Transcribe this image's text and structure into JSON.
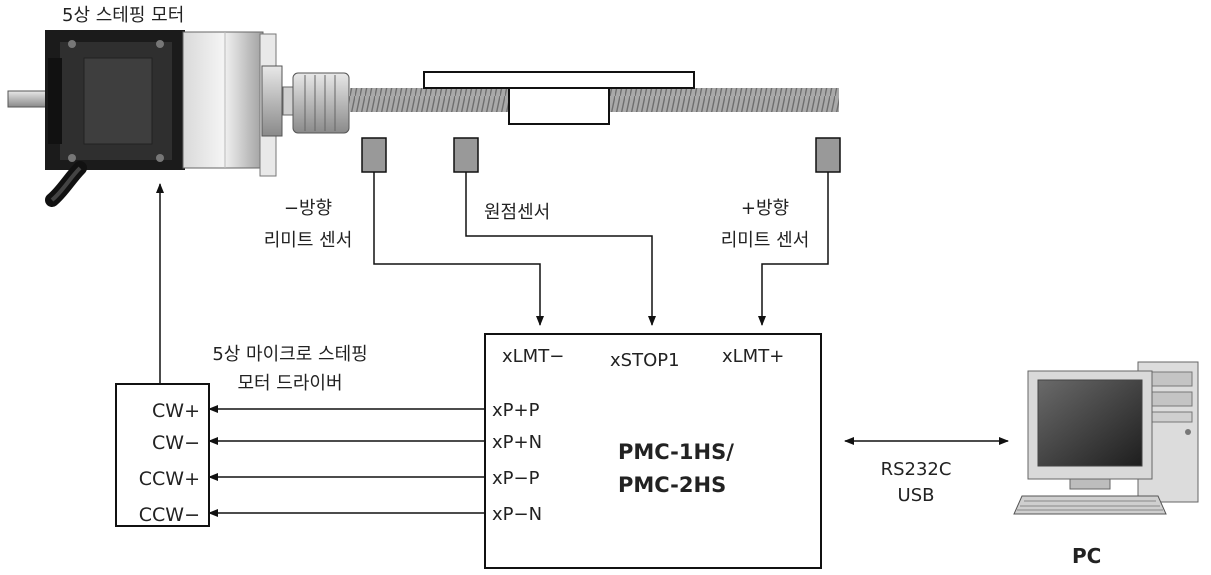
{
  "motor": {
    "label": "5상 스테핑 모터"
  },
  "sensors": {
    "minus": {
      "line1": "−방향",
      "line2": "리미트 센서"
    },
    "origin": {
      "label": "원점센서"
    },
    "plus": {
      "line1": "+방향",
      "line2": "리미트 센서"
    }
  },
  "driver": {
    "title_line1": "5상 마이크로 스테핑",
    "title_line2": "모터 드라이버",
    "terminals": [
      "CW+",
      "CW−",
      "CCW+",
      "CCW−"
    ]
  },
  "controller": {
    "inputs": [
      "xLMT−",
      "xSTOP1",
      "xLMT+"
    ],
    "outputs": [
      "xP+P",
      "xP+N",
      "xP−P",
      "xP−N"
    ],
    "name_line1": "PMC-1HS/",
    "name_line2": "PMC-2HS"
  },
  "link": {
    "line1": "RS232C",
    "line2": "USB"
  },
  "pc": {
    "label": "PC"
  }
}
